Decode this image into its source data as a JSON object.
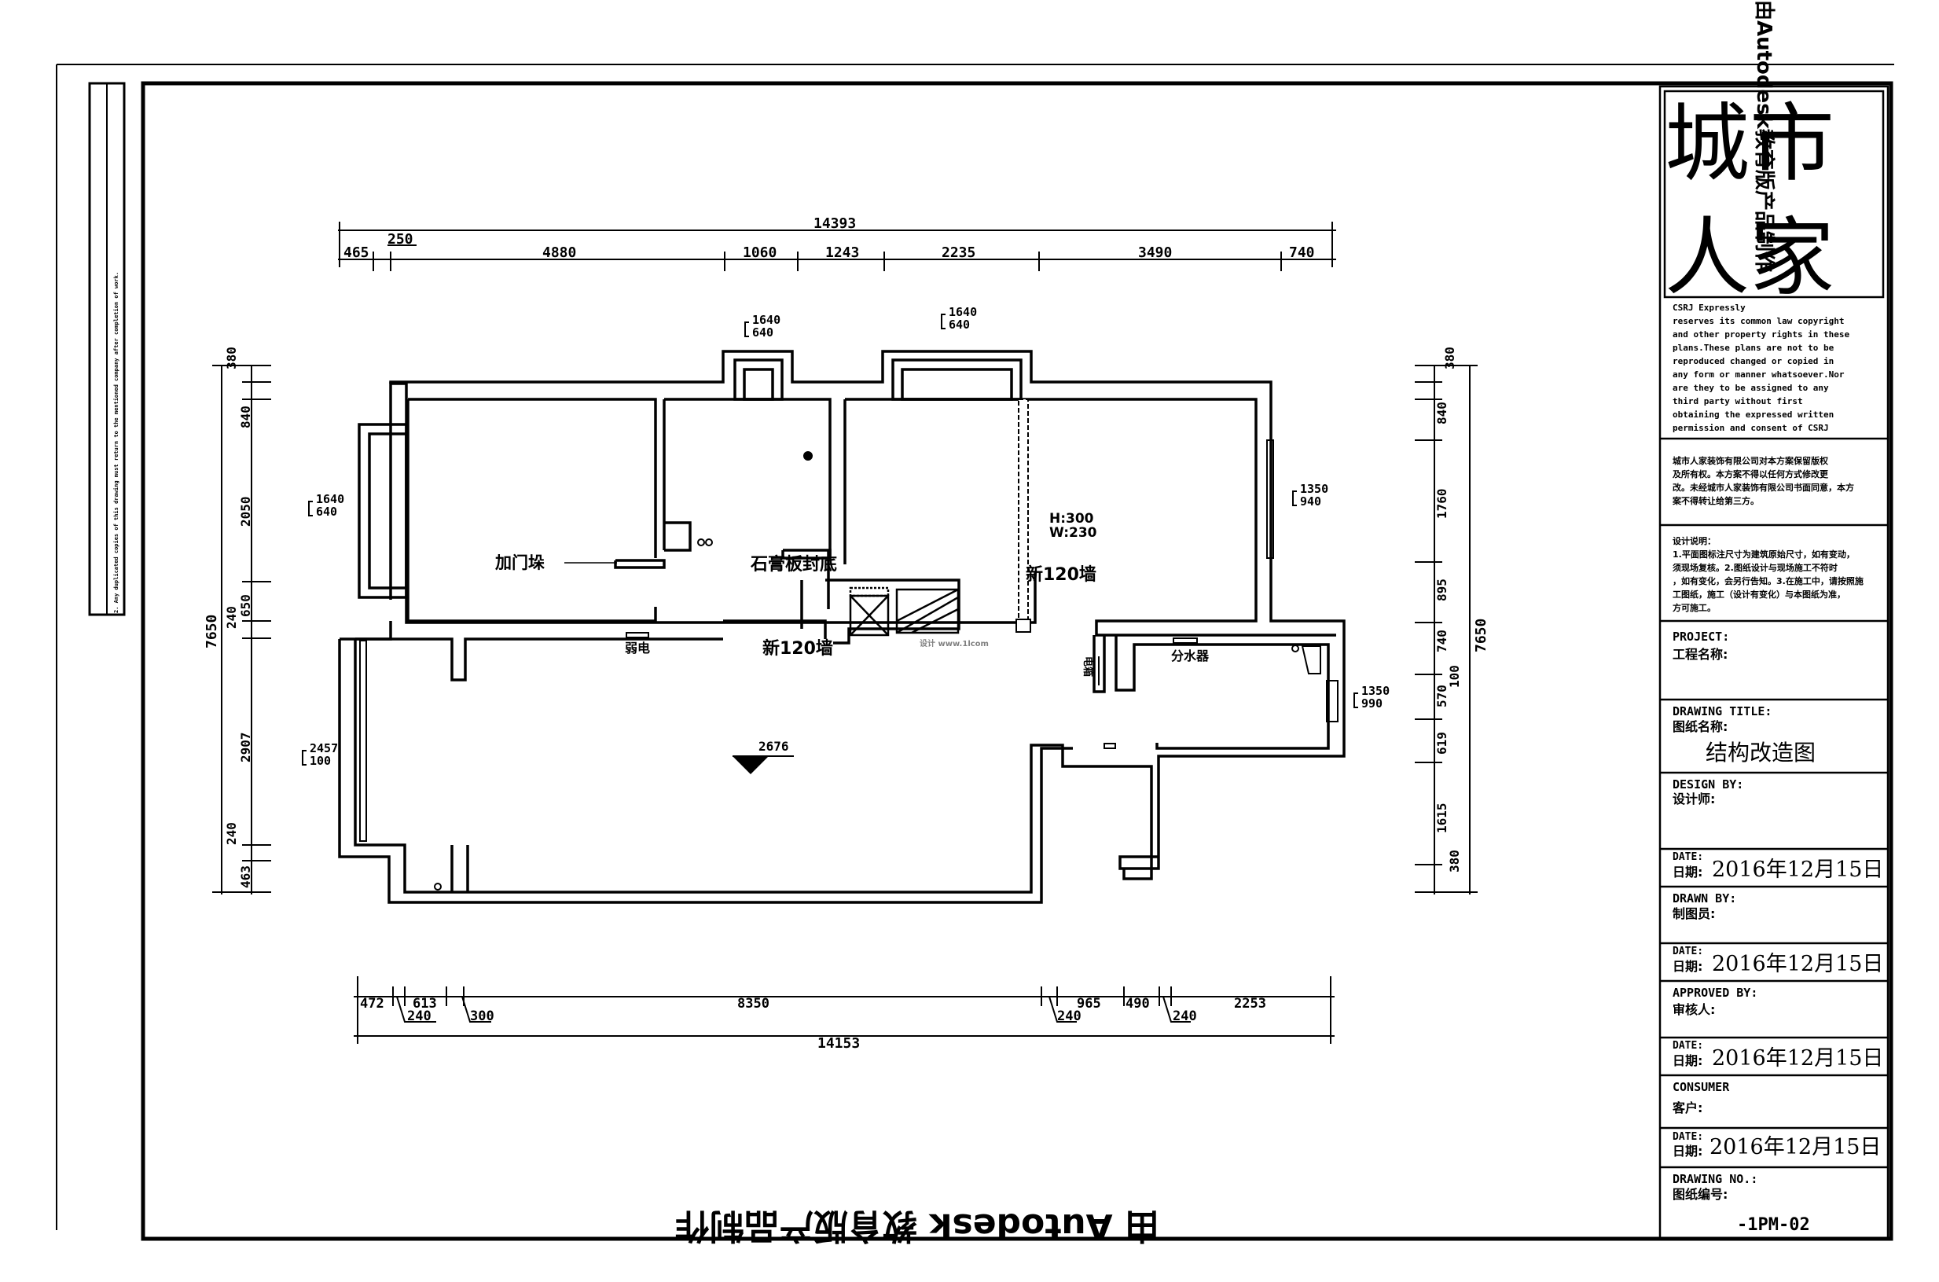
{
  "dims": {
    "top_total": "14393",
    "top_small": "250",
    "top_segments": [
      "465",
      "4880",
      "1060",
      "1243",
      "2235",
      "3490",
      "740"
    ],
    "bottom_segments": [
      "472",
      "613",
      "8350",
      "965",
      "490",
      "2253"
    ],
    "bottom_sub": [
      "240",
      "300",
      "240",
      "240"
    ],
    "bottom_total": "14153",
    "left_total": "7650",
    "left_segments": [
      "380",
      "840",
      "2050",
      "240",
      "650",
      "2907",
      "240",
      "463"
    ],
    "right_total": "7650",
    "right_segments": [
      "380",
      "840",
      "1760",
      "895",
      "740",
      "100",
      "570",
      "619",
      "1615",
      "380"
    ]
  },
  "window_tags": [
    {
      "a": "1640",
      "b": "640"
    },
    {
      "a": "1640",
      "b": "640"
    },
    {
      "a": "1640",
      "b": "640"
    },
    {
      "a": "1350",
      "b": "940"
    },
    {
      "a": "1350",
      "b": "990"
    },
    {
      "a": "2457",
      "b": "100"
    }
  ],
  "labels": {
    "add_door": "加门垛",
    "gypsum_cover": "石膏板封底",
    "new_wall_right": "新120墙",
    "new_wall_bottom": "新120墙",
    "weak_elec": "弱电",
    "water_sep": "分水器",
    "hw": "H:300\nW:230",
    "hw_h": "H:300",
    "hw_w": "W:230",
    "level": "2676",
    "small_vertical": "电箱",
    "watermark_small": "设计 www.1lcom"
  },
  "left_strip_note": "2. Any duplicated copies of this drawing must return to the mentioned company after completion of work.",
  "bottom_text": "由 Autodesk 教育版产品制作",
  "top_right_text": "由Autodesk教育版产品制作",
  "title_block": {
    "logo_line1": "城市",
    "logo_line2": "人家",
    "copyright_lines": [
      "CSRJ Expressly",
      "reserves its common law copyright",
      "and other property rights in these",
      "plans.These plans are not to be",
      "reproduced changed or copied in",
      "any form or manner whatsoever.Nor",
      "are they  to be assigned to any",
      "third party without first",
      "obtaining the expressed written",
      "permission and consent of CSRJ"
    ],
    "cn_notice_lines": [
      "城市人家装饰有限公司对本方案保留版权",
      "及所有权。本方案不得以任何方式修改更",
      "改。未经城市人家装饰有限公司书面同意，本方",
      "案不得转让给第三方。"
    ],
    "design_notes_lines": [
      "设计说明：",
      "1.平面图标注尺寸为建筑原始尺寸，如有变动，",
      "须现场复核。2.图纸设计与现场施工不符时",
      "，如有变化，会另行告知。3.在施工中，请按照施",
      "工图纸，施工（设计有变化）与本图纸为准，",
      "方可施工。"
    ],
    "project_label": "PROJECT:",
    "project_cn": "工程名称:",
    "drawing_title_label": "DRAWING TITLE:",
    "drawing_title_cn": "图纸名称:",
    "drawing_title_value": "结构改造图",
    "design_by_label": "DESIGN BY:",
    "design_by_cn": "设计师:",
    "date_label": "DATE:",
    "date_cn": "日期:",
    "date_value": "2016年12月15日",
    "drawn_by_label": "DRAWN BY:",
    "drawn_by_cn": "制图员:",
    "approved_by_label": "APPROVED BY:",
    "approved_by_cn": "审核人:",
    "consumer_label": "CONSUMER",
    "consumer_cn": "客户:",
    "drawing_no_label": "DRAWING NO.:",
    "drawing_no_cn": "图纸编号:",
    "drawing_no_value": "-1PM-02"
  }
}
